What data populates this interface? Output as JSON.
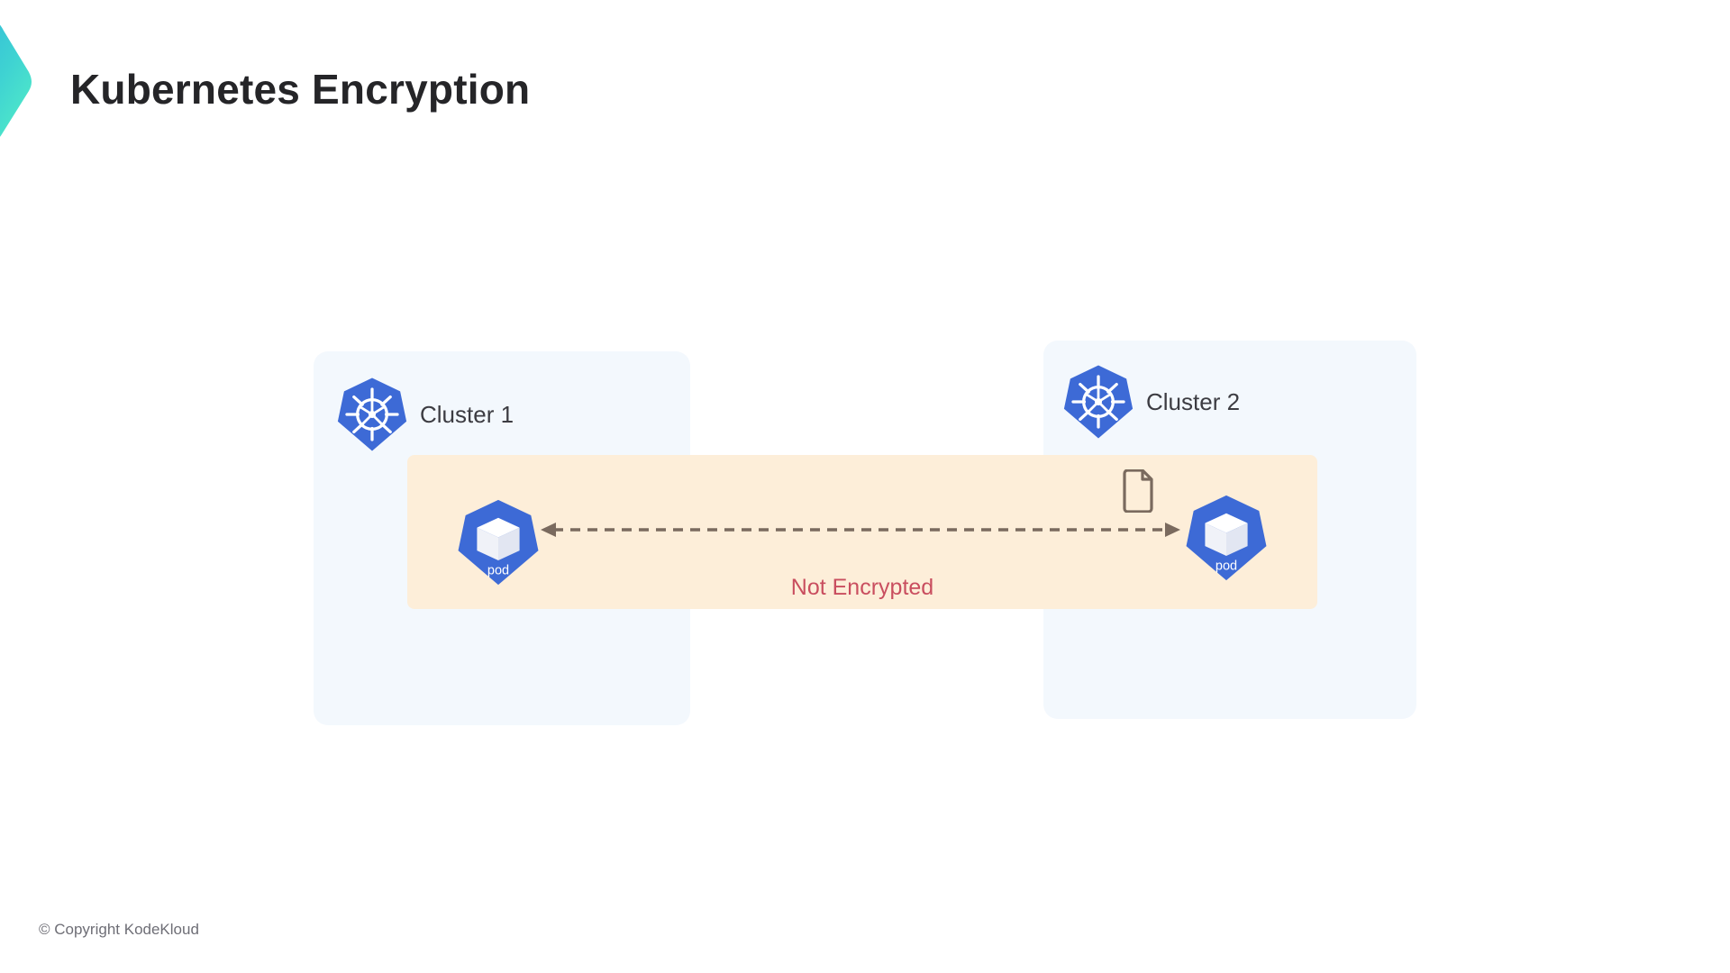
{
  "page": {
    "title": "Kubernetes Encryption",
    "background_color": "#ffffff"
  },
  "brand": {
    "logo_icon": "chevron-logo-icon",
    "gradient_from": "#2bb6d8",
    "gradient_to": "#4ceeca"
  },
  "diagram": {
    "clusters": [
      {
        "id": "cluster-1",
        "label": "Cluster 1",
        "logo_icon": "kubernetes-helm-icon",
        "card_color": "#f3f8fd",
        "pod": {
          "label": "pod",
          "icon": "pod-cube-icon",
          "color": "#3d6ad6"
        }
      },
      {
        "id": "cluster-2",
        "label": "Cluster 2",
        "logo_icon": "kubernetes-helm-icon",
        "card_color": "#f3f8fd",
        "pod": {
          "label": "pod",
          "icon": "pod-cube-icon",
          "color": "#3d6ad6"
        }
      }
    ],
    "transport": {
      "caption": "Not Encrypted",
      "caption_color": "#c94e5f",
      "band_color": "#fdeed9",
      "arrow_icon": "dashed-double-arrow-icon",
      "arrow_color": "#7a6a5e",
      "payload_icon": "document-file-icon",
      "payload_color": "#7a6a5e"
    }
  },
  "footer": {
    "copyright": "© Copyright KodeKloud"
  }
}
